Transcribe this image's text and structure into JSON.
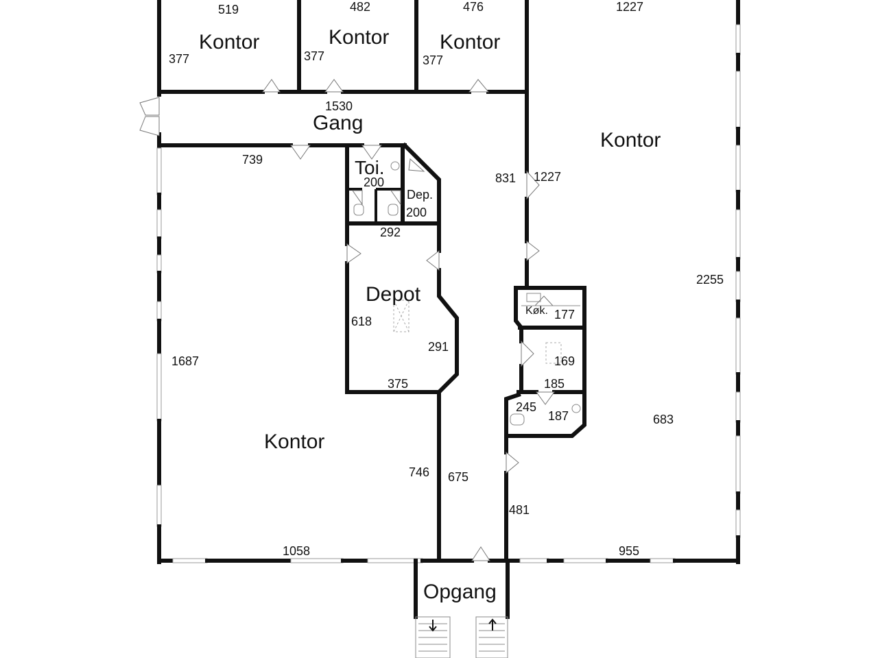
{
  "rooms": {
    "kontor_top_left": {
      "label": "Kontor",
      "dim_top": "519",
      "dim_side": "377"
    },
    "kontor_top_mid": {
      "label": "Kontor",
      "dim_top": "482",
      "dim_side": "377"
    },
    "kontor_top_right": {
      "label": "Kontor",
      "dim_top": "476",
      "dim_side": "377"
    },
    "kontor_right": {
      "label": "Kontor",
      "dim_top": "1227",
      "dim_left": "1227",
      "dim_right": "2255",
      "dim_bottom": "955",
      "dim_inner": "683"
    },
    "gang": {
      "label": "Gang",
      "dim_top": "1530",
      "dim_side": "831"
    },
    "kontor_left": {
      "label": "Kontor",
      "dim_top": "739",
      "dim_left": "1687",
      "dim_bottom": "1058",
      "dim_right": "746"
    },
    "toilet": {
      "label": "Toi.",
      "dim": "200"
    },
    "depot_small": {
      "label": "Dep.",
      "dim": "200"
    },
    "depot": {
      "label": "Depot",
      "dim_top": "292",
      "dim_left": "618",
      "dim_right": "291",
      "dim_bottom": "375"
    },
    "corridor": {
      "dim": "675"
    },
    "kitchen": {
      "label": "Køk.",
      "dim": "177"
    },
    "bath_mid": {
      "dim_side": "169",
      "dim_bottom": "185"
    },
    "wc_small": {
      "dim_left": "245",
      "dim_right": "187"
    },
    "right_corridor": {
      "dim": "481"
    },
    "opgang": {
      "label": "Opgang"
    }
  }
}
